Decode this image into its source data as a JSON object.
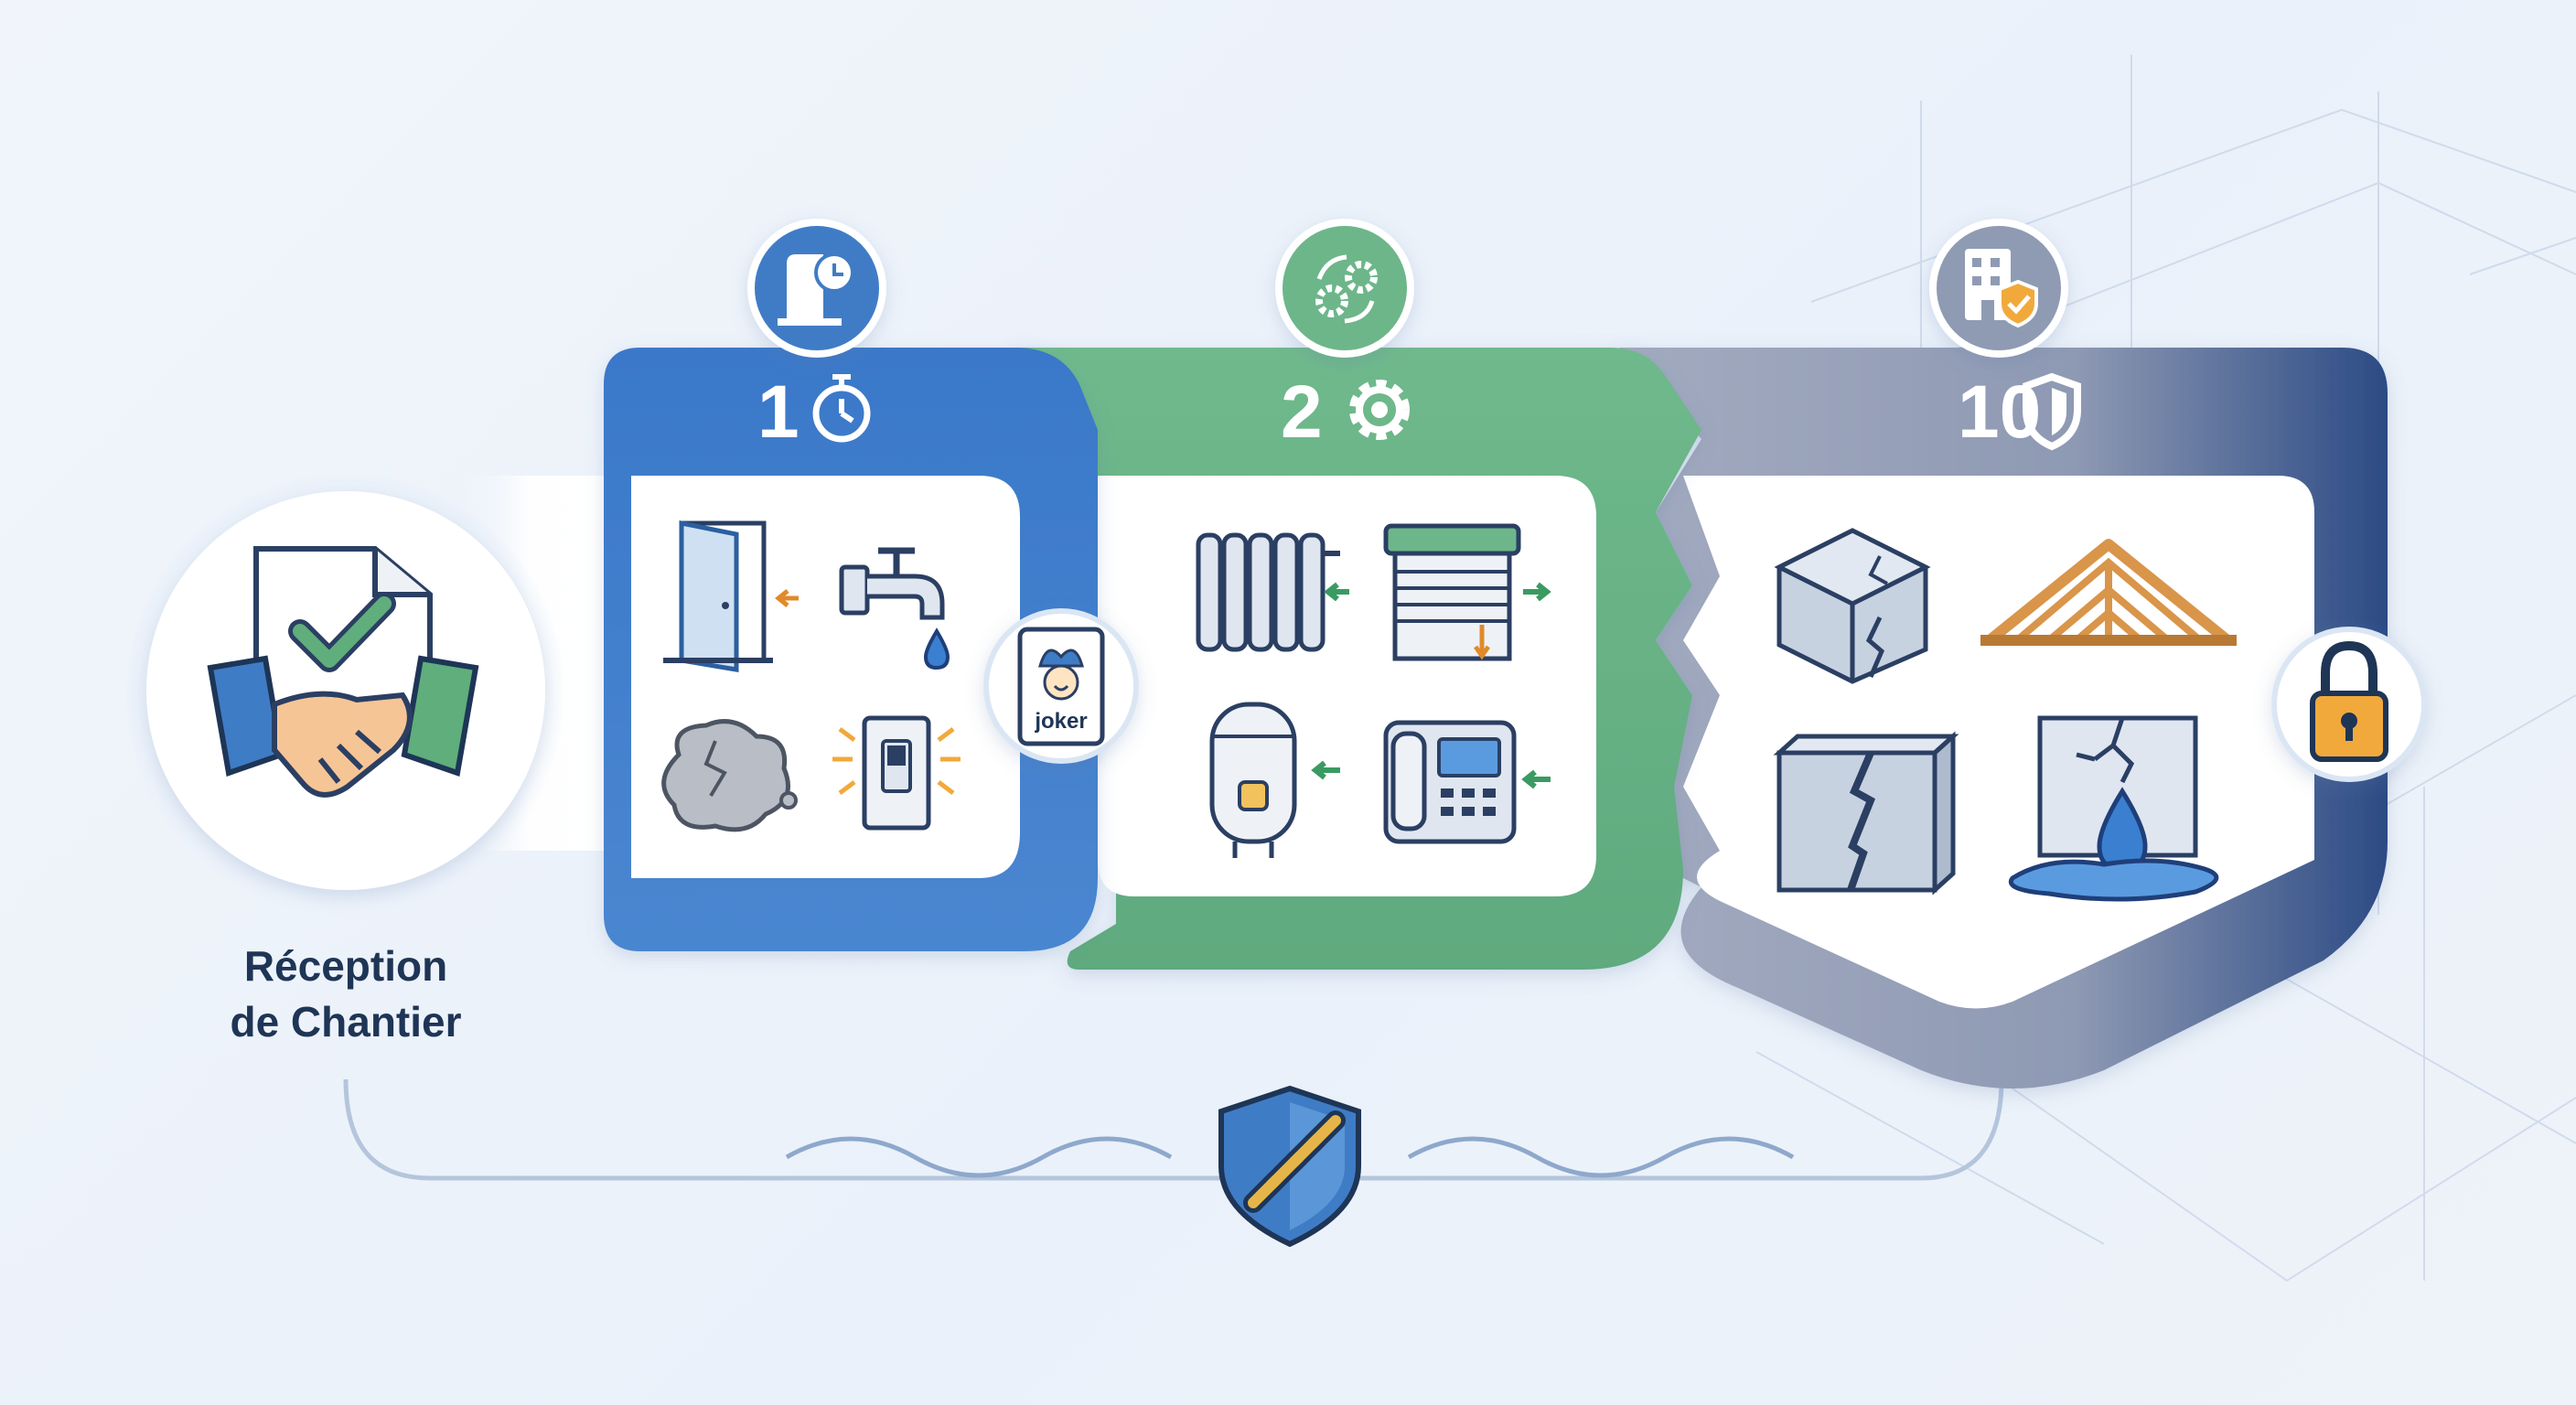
{
  "reception": {
    "line1": "Réception",
    "line2": "de Chantier",
    "icon": "handshake-document-check-icon"
  },
  "guarantees": [
    {
      "number": "1",
      "badge_icon": "stopwatch-icon",
      "header_icon": "door-clock-icon",
      "color": "#3f7cc6",
      "items": [
        "door-icon",
        "water-tap-icon",
        "wall-crack-stain-icon",
        "light-switch-icon"
      ],
      "side_card": "joker"
    },
    {
      "number": "2",
      "badge_icon": "gear-icon",
      "header_icon": "gears-cycle-icon",
      "color": "#6db68a",
      "items": [
        "radiator-icon",
        "roller-shutter-icon",
        "water-heater-icon",
        "intercom-phone-icon"
      ]
    },
    {
      "number": "10",
      "badge_icon": "shield-icon",
      "header_icon": "building-shield-icon",
      "color": "#8f9bb3",
      "items": [
        "cracked-cube-icon",
        "roof-truss-icon",
        "cracked-wall-icon",
        "water-leak-icon"
      ],
      "side_icon": "padlock-icon"
    }
  ],
  "bottom_icon": "chain-shield-icon",
  "colors": {
    "blue": "#3f7cc6",
    "green": "#6db68a",
    "gray": "#8f9bb3",
    "navy": "#1f3f7a",
    "text": "#1e3556"
  }
}
